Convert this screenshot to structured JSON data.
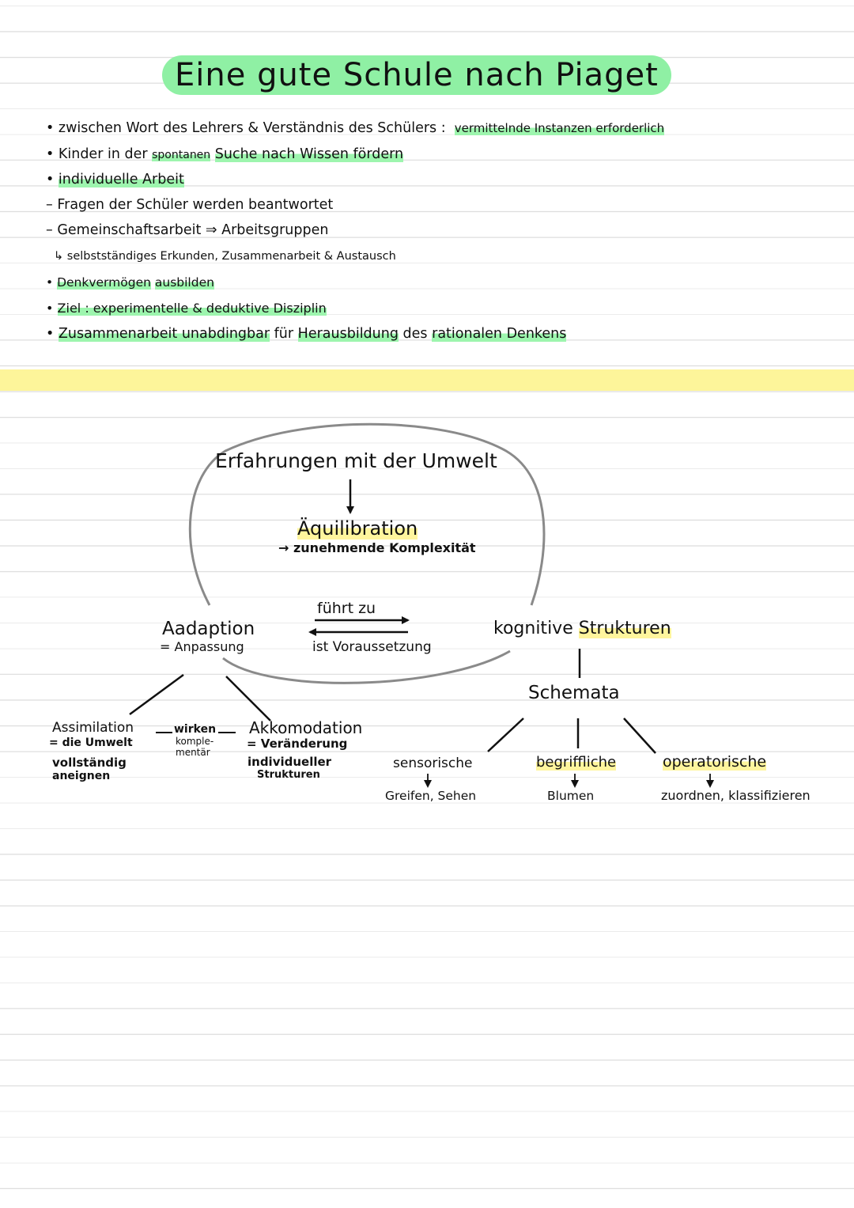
{
  "title": "Eine gute Schule nach Piaget",
  "notes": {
    "n1_a": "zwischen Wort des Lehrers & Verständnis des Schülers :",
    "n1_b": "vermittelnde Instanzen erforderlich",
    "n2_a": "Kinder in der",
    "n2_b": "spontanen",
    "n2_c": "Suche nach Wissen fördern",
    "n3": "individuelle Arbeit",
    "n4": "Fragen der Schüler werden beantwortet",
    "n5": "Gemeinschaftsarbeit ⇒ Arbeitsgruppen",
    "n6": "selbstständiges Erkunden, Zusammenarbeit & Austausch",
    "n7_a": "Denkvermögen",
    "n7_b": "ausbilden",
    "n8": "Ziel : experimentelle & deduktive Disziplin",
    "n9_a": "Zusammenarbeit unabdingbar",
    "n9_b": "für",
    "n9_c": "Herausbildung",
    "n9_d": "des",
    "n9_e": "rationalen Denkens"
  },
  "diagram": {
    "erfahrungen": "Erfahrungen mit der Umwelt",
    "aequilibration": "Äquilibration",
    "komplexitaet": "→ zunehmende Komplexität",
    "fuehrt_zu": "führt zu",
    "voraussetzung": "ist Voraussetzung",
    "adaption": "Aadaption",
    "anpassung": "= Anpassung",
    "kognitive": "kognitive",
    "strukturen": "Strukturen",
    "schemata": "Schemata",
    "assimilation": "Assimilation",
    "assim_def1": "= die Umwelt",
    "assim_def2": "vollständig",
    "assim_def3": "aneignen",
    "wirken": "wirken",
    "komple": "komple-",
    "mentaer": "mentär",
    "akkomodation": "Akkomodation",
    "akk_def1": "= Veränderung",
    "akk_def2": "individueller",
    "akk_def3": "Strukturen",
    "sensorische": "sensorische",
    "greifen": "Greifen, Sehen",
    "begriffliche": "begriffliche",
    "blumen": "Blumen",
    "operatorische": "operatorische",
    "zuordnen": "zuordnen, klassifizieren"
  }
}
